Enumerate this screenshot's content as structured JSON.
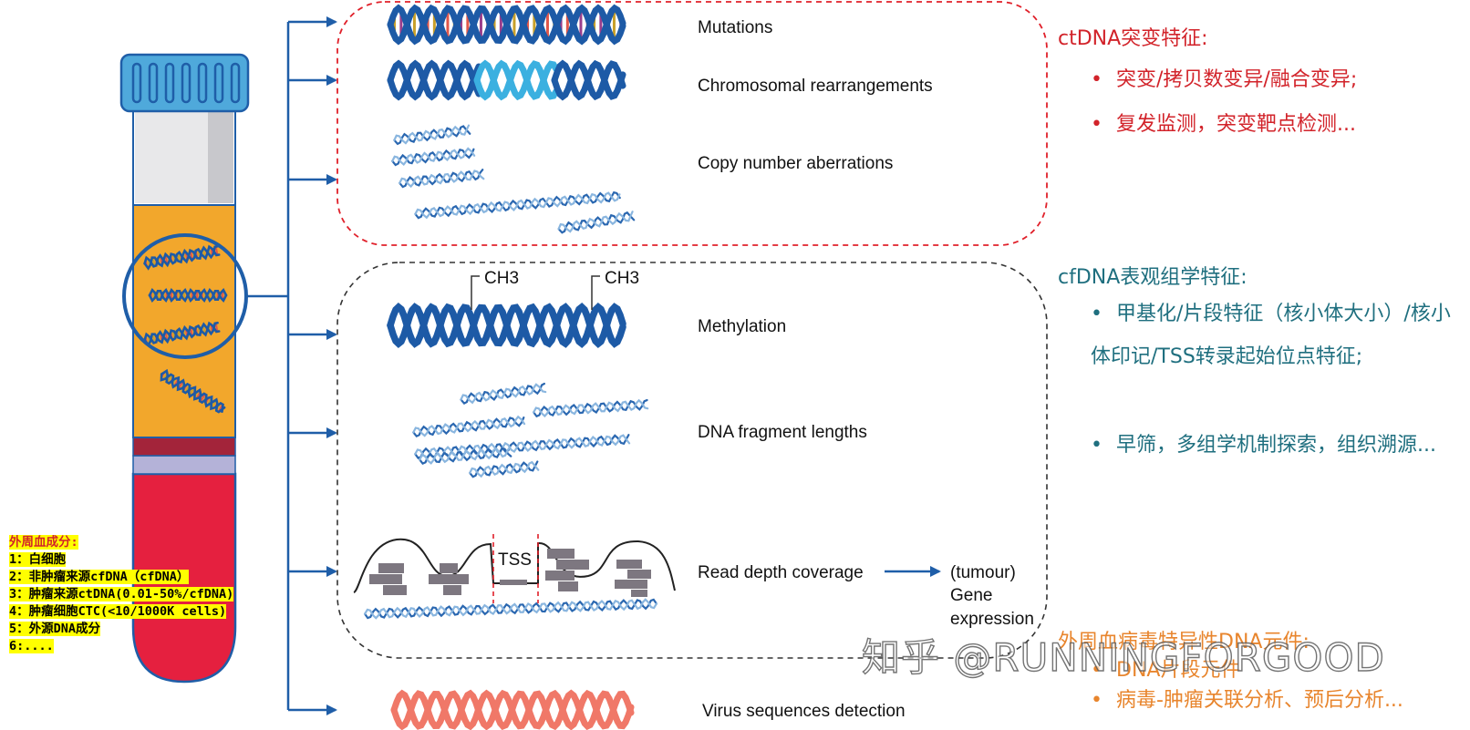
{
  "labels": {
    "mutations": "Mutations",
    "chromosomal": "Chromosomal rearrangements",
    "copy_number": "Copy number aberrations",
    "methylation": "Methylation",
    "ch3_left": "CH3",
    "ch3_right": "CH3",
    "fragment": "DNA fragment lengths",
    "tss": "TSS",
    "read_depth": "Read depth coverage",
    "tumour": "(tumour)",
    "gene": "Gene",
    "expression": "expression",
    "virus": "Virus sequences detection"
  },
  "ctdna": {
    "title": "ctDNA突变特征:",
    "items": [
      "突变/拷贝数变异/融合变异;",
      "复发监测，突变靶点检测..."
    ]
  },
  "cfdna": {
    "title": "cfDNA表观组学特征:",
    "items": [
      "甲基化/片段特征（核小体大小）/核小体印记/TSS转录起始位点特征;",
      "早筛，多组学机制探索，组织溯源..."
    ]
  },
  "virus_dna": {
    "title": "外周血病毒特异性DNA元件:",
    "items": [
      "DNA片段元件",
      "病毒-肿瘤关联分析、预后分析..."
    ]
  },
  "legend": {
    "title": "外周血成分:",
    "lines": [
      "1：白细胞",
      "2：非肿瘤来源cfDNA（cfDNA）",
      "3：肿瘤来源ctDNA(0.01-50%/cfDNA)",
      "4：肿瘤细胞CTC(<10/1000K cells)",
      "5：外源DNA成分",
      "6:...."
    ]
  },
  "watermark": "知乎 @RUNNINGFORGOOD",
  "colors": {
    "arrow_blue": "#1f5ea8",
    "red_text": "#d2232a",
    "teal_text": "#1f6f7f",
    "orange_text": "#e8852d",
    "dna_dark": "#1d5aa6",
    "dna_light": "#3bb0e0",
    "dna_salmon": "#f07868",
    "plasma": "#f2a72c",
    "blood": "#e5203f",
    "cap": "#4fa9db"
  }
}
